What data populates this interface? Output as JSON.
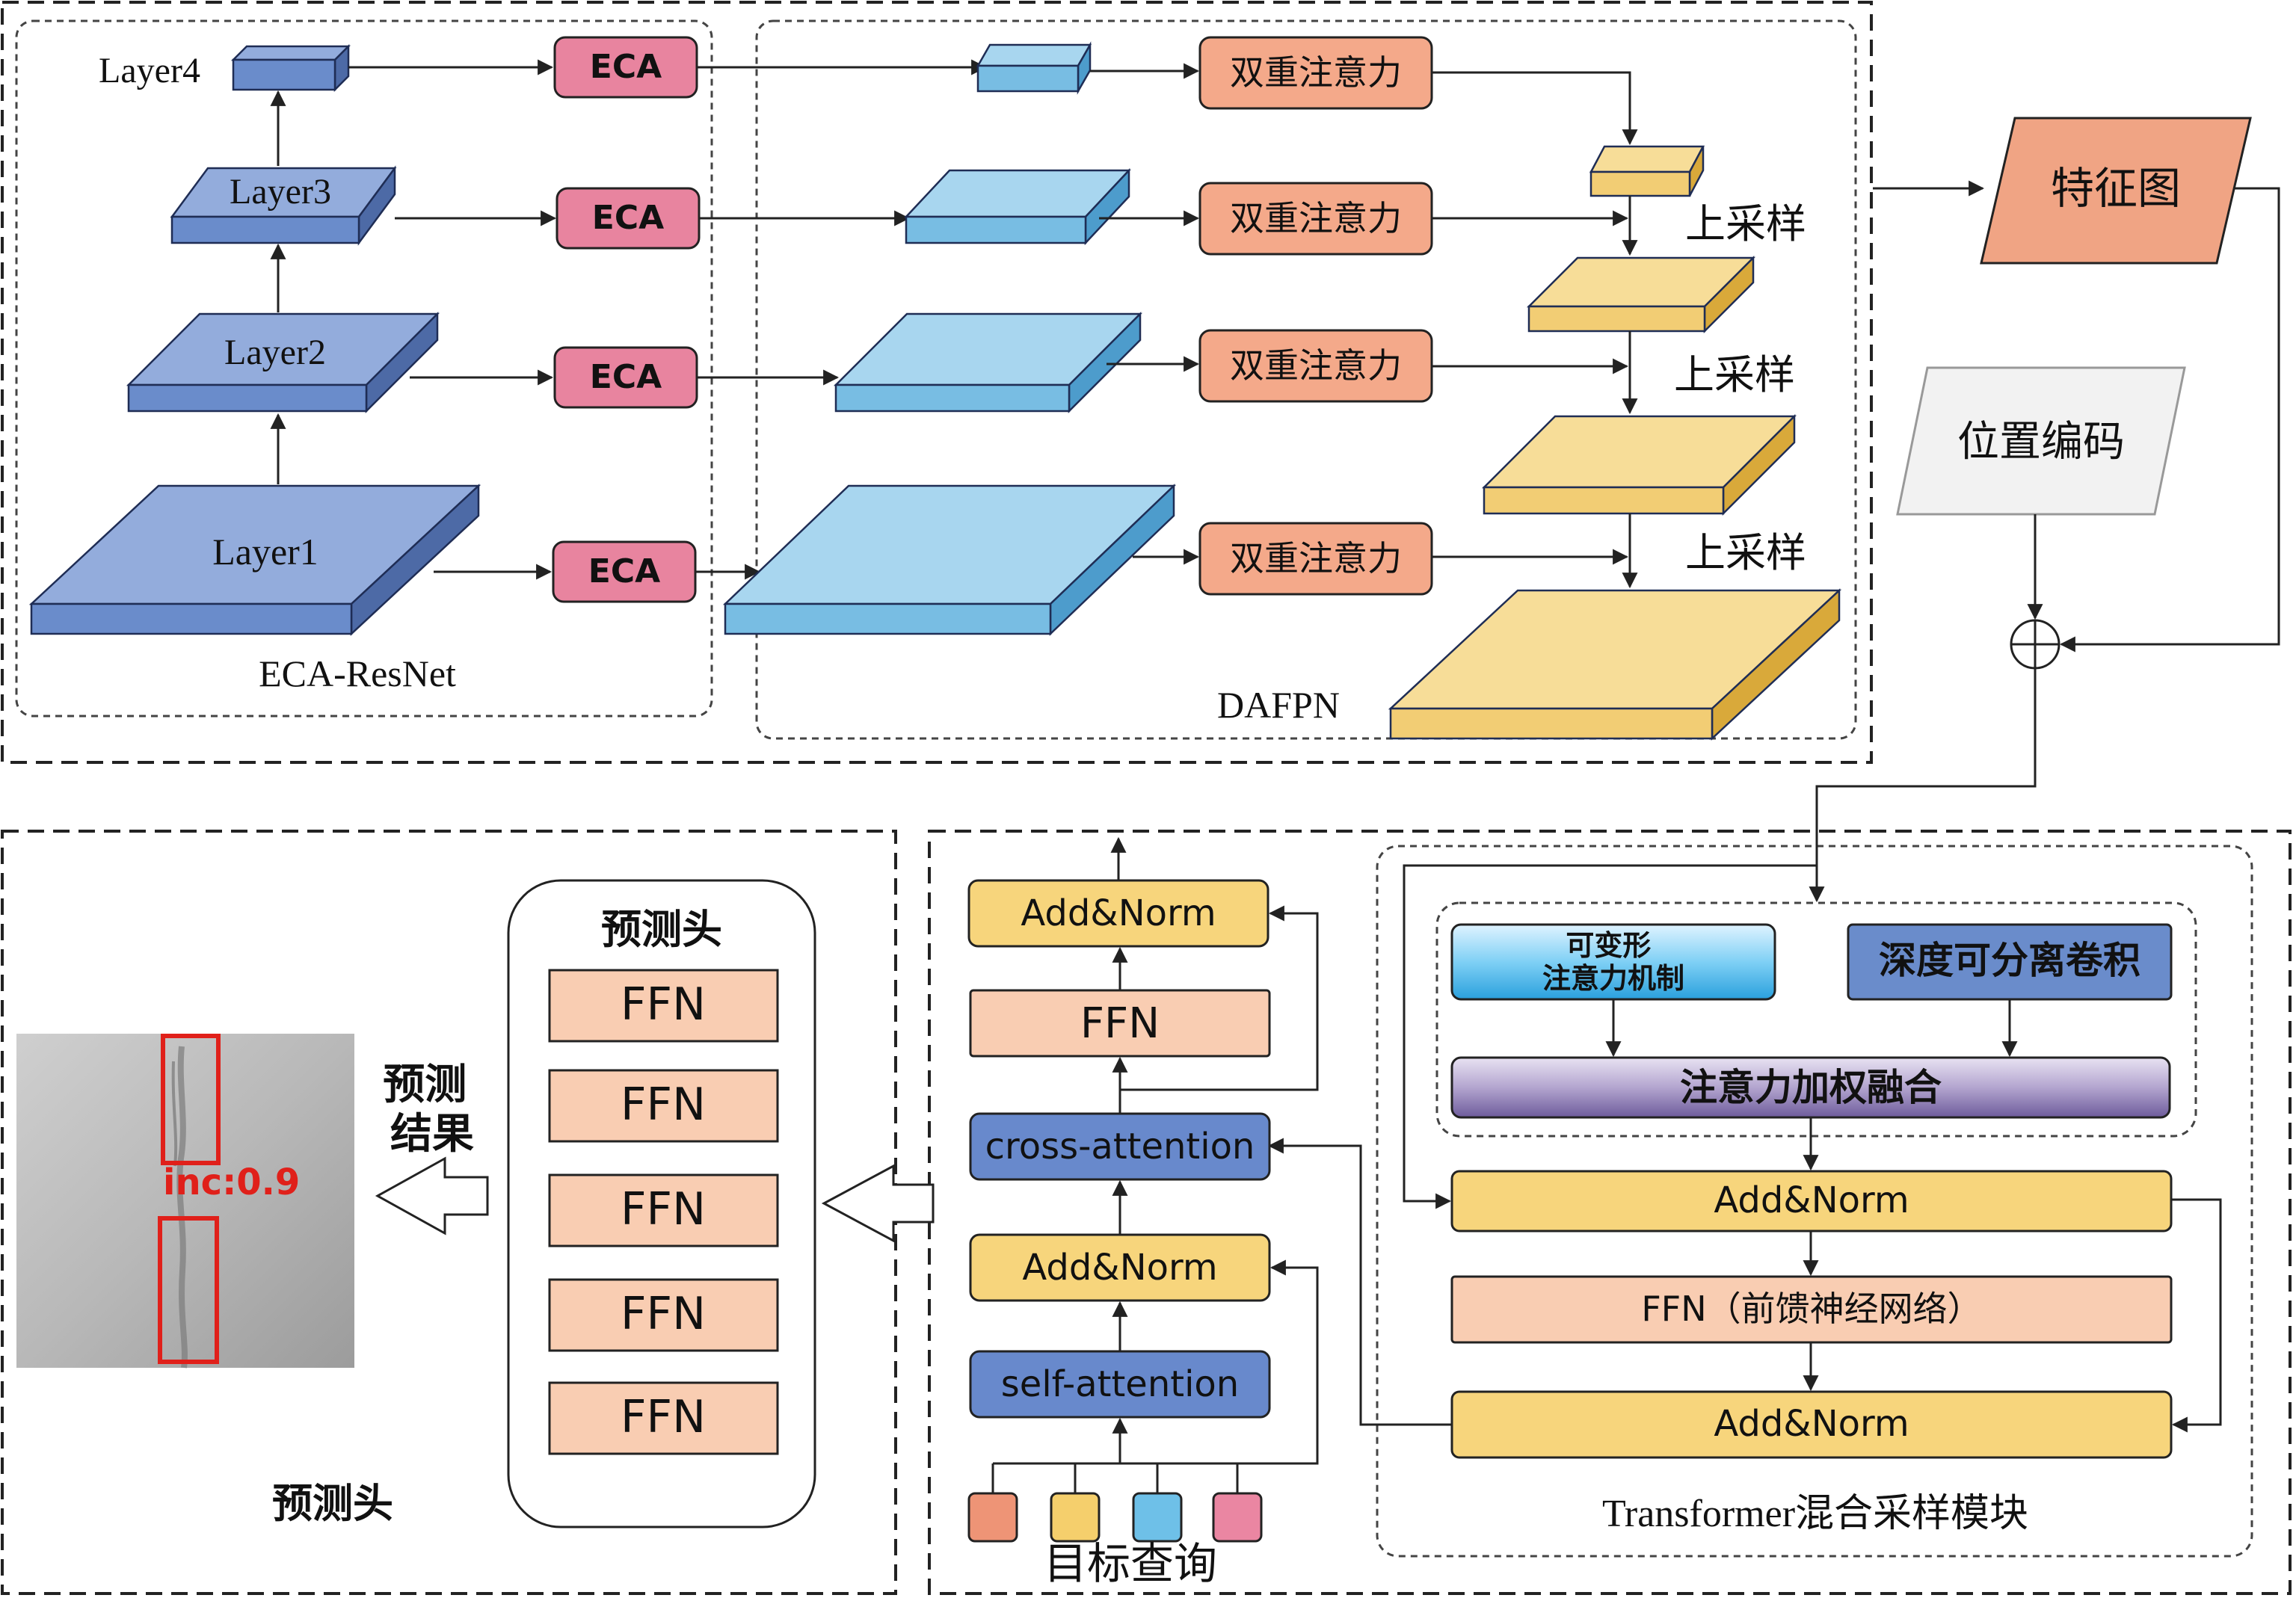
{
  "backbone": {
    "layer4": "Layer4",
    "layer3": "Layer3",
    "layer2": "Layer2",
    "layer1": "Layer1",
    "eca": "ECA",
    "caption": "ECA-ResNet"
  },
  "dafpn": {
    "attention": "双重注意力",
    "upsample": "上采样",
    "caption": "DAFPN"
  },
  "inputs": {
    "feature_map": "特征图",
    "position_encoding": "位置编码"
  },
  "encoder": {
    "deformable_attention": "可变形\n注意力机制",
    "depthwise_conv": "深度可分离卷积",
    "weighted_fusion": "注意力加权融合",
    "add_norm": "Add&Norm",
    "ffn": "FFN（前馈神经网络）",
    "caption": "Transformer混合采样模块"
  },
  "decoder": {
    "add_norm": "Add&Norm",
    "ffn": "FFN",
    "cross_attention": "cross-attention",
    "self_attention": "self-attention",
    "queries_label": "目标查询"
  },
  "head": {
    "title": "预测头",
    "ffn": "FFN",
    "caption": "预测头",
    "result_label": "预测\n结果",
    "detection_label": "inc:0.9"
  },
  "colors": {
    "layer_blue": "#6a8ccb",
    "fpn_blue": "#78bde3",
    "eca_pink": "#e8849f",
    "attention_salmon": "#f4a98a",
    "upsample_gold": "#f2cd74",
    "feature_salmon": "#f0a484",
    "add_norm_gold": "#f7d57c",
    "ffn_peach": "#f9cdb2",
    "attn_blue": "#6889cc",
    "query_colors": [
      "#ee9476",
      "#f5cf6c",
      "#6ec0e8",
      "#ea86a2"
    ]
  }
}
